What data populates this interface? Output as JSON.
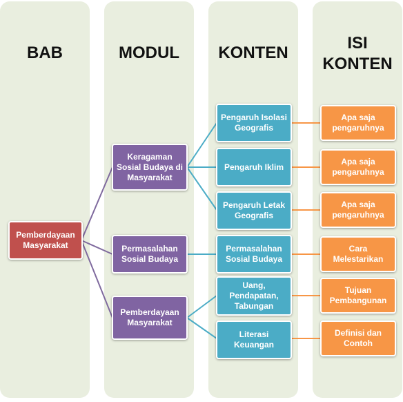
{
  "columns": [
    {
      "title_lines": [
        "BAB"
      ]
    },
    {
      "title_lines": [
        "MODUL"
      ]
    },
    {
      "title_lines": [
        "KONTEN"
      ]
    },
    {
      "title_lines": [
        "ISI",
        "KONTEN"
      ]
    }
  ],
  "bab": {
    "label": "Pemberdayaan Masyarakat"
  },
  "modul": [
    {
      "label": "Keragaman Sosial Budaya di Masyarakat"
    },
    {
      "label": "Permasalahan Sosial Budaya"
    },
    {
      "label": "Pemberdayaan Masyarakat"
    }
  ],
  "konten": [
    {
      "label": "Pengaruh Isolasi Geografis"
    },
    {
      "label": "Pengaruh Iklim"
    },
    {
      "label": "Pengaruh Letak Geografis"
    },
    {
      "label": "Permasalahan Sosial Budaya"
    },
    {
      "label": "Uang, Pendapatan, Tabungan"
    },
    {
      "label": "Literasi Keuangan"
    }
  ],
  "isi_konten": [
    {
      "label": "Apa saja pengaruhnya"
    },
    {
      "label": "Apa saja pengaruhnya"
    },
    {
      "label": "Apa saja pengaruhnya"
    },
    {
      "label": "Cara Melestarikan"
    },
    {
      "label": "Tujuan Pembangunan"
    },
    {
      "label": "Definisi dan Contoh"
    }
  ],
  "colors": {
    "column_bg": "#e9eedf",
    "bab": "#c0504d",
    "modul": "#8064a2",
    "konten": "#4bacc6",
    "isi_konten": "#f79646"
  }
}
